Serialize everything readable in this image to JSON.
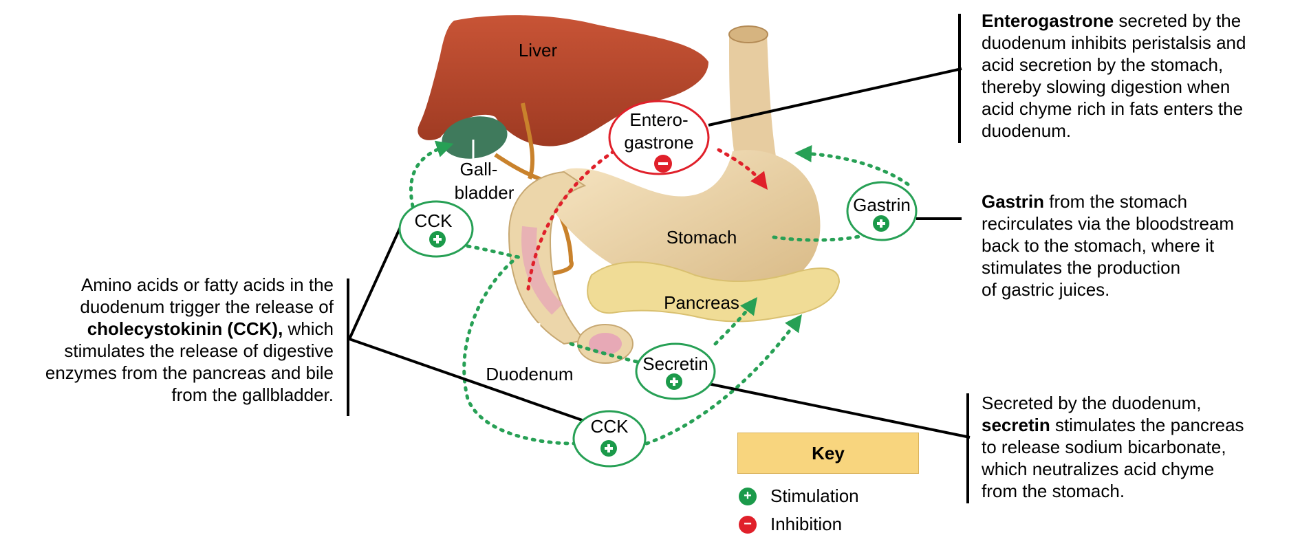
{
  "organs": {
    "liver": "Liver",
    "gallbladder_1": "Gall-",
    "gallbladder_2": "bladder",
    "stomach": "Stomach",
    "pancreas": "Pancreas",
    "duodenum": "Duodenum"
  },
  "hormones": {
    "entero_1": "Entero-",
    "entero_2": "gastrone",
    "gastrin": "Gastrin",
    "cck_upper": "CCK",
    "cck_lower": "CCK",
    "secretin": "Secretin"
  },
  "descriptions": {
    "enterogastrone": {
      "bold": "Enterogastrone",
      "line1_rest": " secreted by the",
      "line2": "duodenum inhibits peristalsis and",
      "line3": "acid secretion by the stomach,",
      "line4": "thereby slowing digestion when",
      "line5": "acid chyme rich in fats enters the",
      "line6": "duodenum."
    },
    "gastrin": {
      "bold": "Gastrin",
      "line1_rest": " from the stomach",
      "line2": "recirculates via the bloodstream",
      "line3": "back to the stomach, where it",
      "line4": "stimulates the production",
      "line5": "of gastric juices."
    },
    "secretin": {
      "line1": "Secreted by the duodenum,",
      "bold": "secretin",
      "line2_rest": " stimulates the pancreas",
      "line3": "to release sodium bicarbonate,",
      "line4": "which neutralizes acid chyme",
      "line5": "from the stomach."
    },
    "cck": {
      "line1": "Amino acids or fatty acids in the",
      "line2": "duodenum trigger the release of",
      "bold": "cholecystokinin (CCK),",
      "line3_rest": " which",
      "line4": "stimulates the release of digestive",
      "line5": "enzymes from the pancreas and bile",
      "line6": "from the gallbladder."
    }
  },
  "key": {
    "title": "Key",
    "stimulation": "Stimulation",
    "inhibition": "Inhibition",
    "stimulation_color": "#1b9a4a",
    "inhibition_color": "#e0202a"
  },
  "colors": {
    "stimulation_arrow": "#27a055",
    "inhibition_arrow": "#e0202a",
    "liver": "#b9462a",
    "stomach": "#ecd6aa",
    "pancreas": "#f0dc96",
    "gallbladder": "#3f7a5c"
  }
}
